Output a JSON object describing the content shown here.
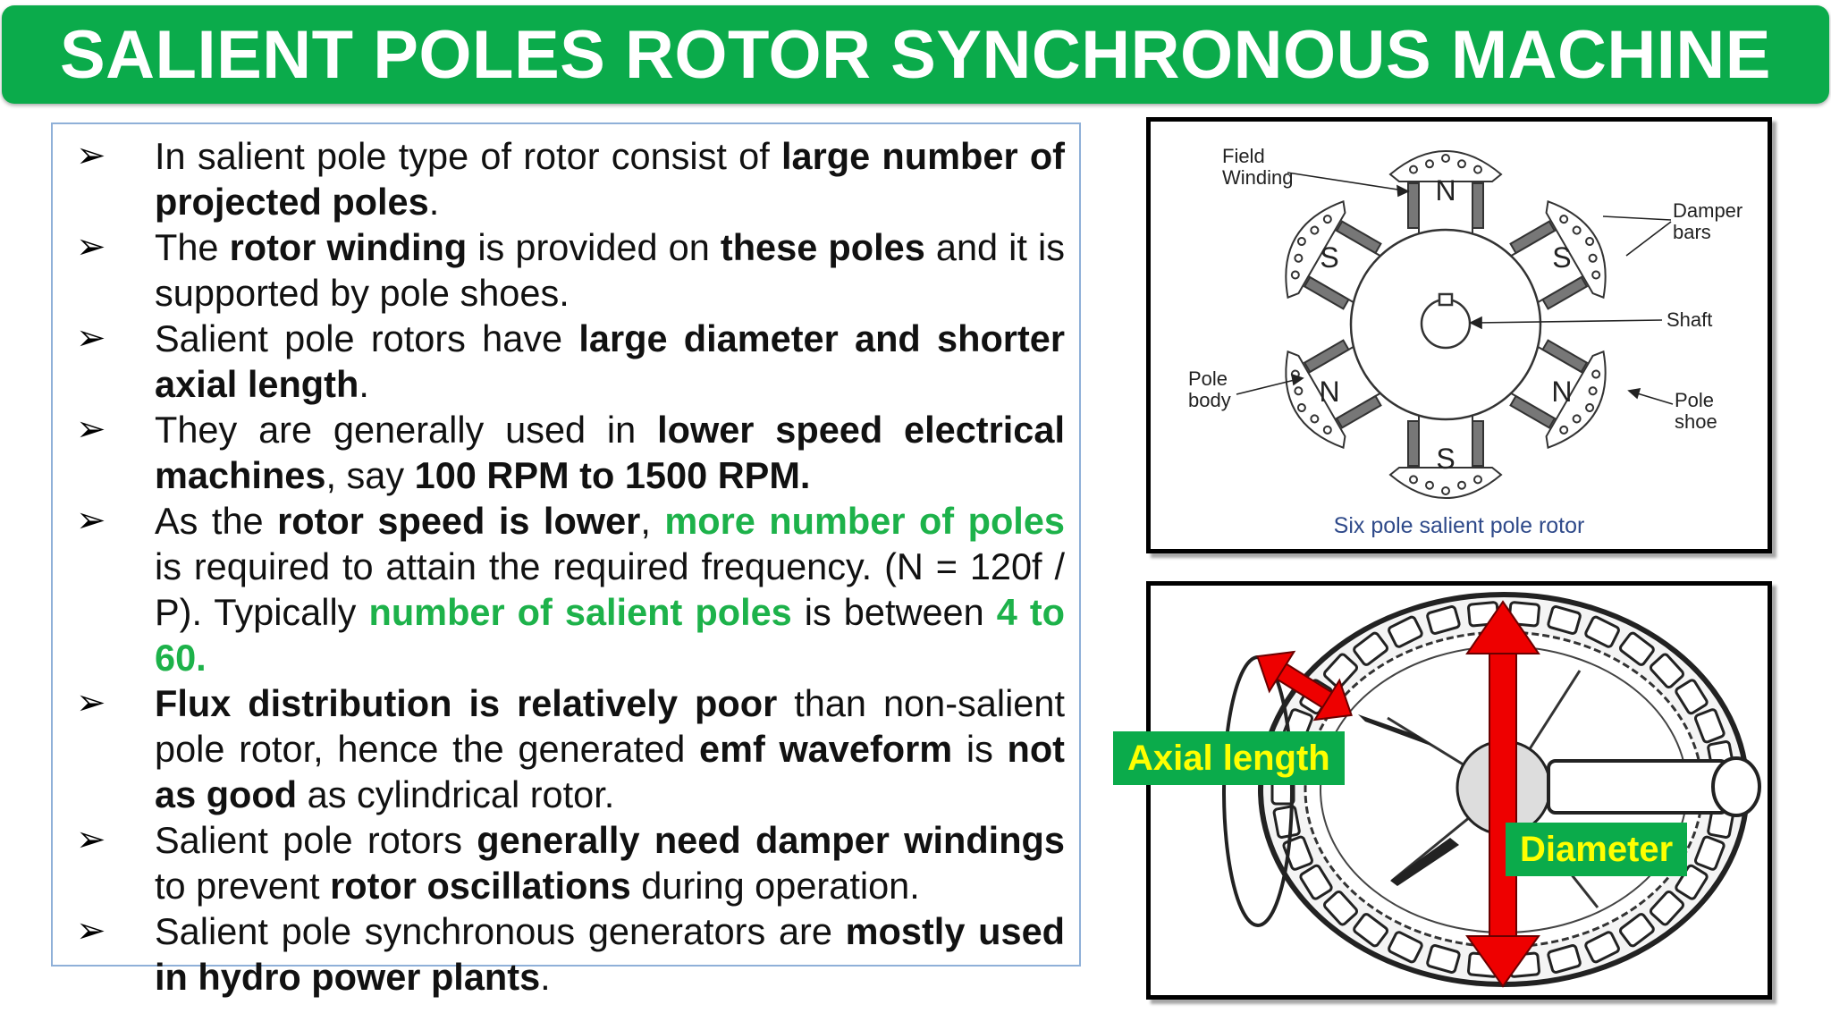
{
  "title": "SALIENT POLES ROTOR SYNCHRONOUS MACHINE",
  "bullet_marker": "➢",
  "bullets": [
    [
      {
        "t": "In salient pole type of rotor consist of ",
        "s": "n"
      },
      {
        "t": "large number of projected poles",
        "s": "b"
      },
      {
        "t": ".",
        "s": "n"
      }
    ],
    [
      {
        "t": "The ",
        "s": "n"
      },
      {
        "t": "rotor winding",
        "s": "b"
      },
      {
        "t": " is provided on ",
        "s": "n"
      },
      {
        "t": "these poles",
        "s": "b"
      },
      {
        "t": " and it is supported by pole shoes.",
        "s": "n"
      }
    ],
    [
      {
        "t": "Salient pole rotors have ",
        "s": "n"
      },
      {
        "t": "large diameter and shorter axial length",
        "s": "b"
      },
      {
        "t": ".",
        "s": "n"
      }
    ],
    [
      {
        "t": "They are generally used in ",
        "s": "n"
      },
      {
        "t": "lower speed electrical machines",
        "s": "b"
      },
      {
        "t": ", say ",
        "s": "n"
      },
      {
        "t": "100 RPM to 1500 RPM.",
        "s": "b"
      }
    ],
    [
      {
        "t": "As the ",
        "s": "n"
      },
      {
        "t": "rotor speed is lower",
        "s": "b"
      },
      {
        "t": ", ",
        "s": "n"
      },
      {
        "t": "more number of poles",
        "s": "g"
      },
      {
        "t": " is required to attain the required frequency. (N = 120f / P). Typically ",
        "s": "n"
      },
      {
        "t": "number of salient poles",
        "s": "g"
      },
      {
        "t": " is between ",
        "s": "n"
      },
      {
        "t": "4 to 60.",
        "s": "g"
      }
    ],
    [
      {
        "t": "Flux distribution is relatively poor",
        "s": "b"
      },
      {
        "t": " than non-salient pole rotor, hence the generated ",
        "s": "n"
      },
      {
        "t": "emf waveform",
        "s": "b"
      },
      {
        "t": " is ",
        "s": "n"
      },
      {
        "t": "not as good",
        "s": "b"
      },
      {
        "t": " as cylindrical rotor.",
        "s": "n"
      }
    ],
    [
      {
        "t": "Salient pole rotors ",
        "s": "n"
      },
      {
        "t": "generally need damper windings",
        "s": "b"
      },
      {
        "t": " to prevent ",
        "s": "n"
      },
      {
        "t": "rotor oscillations",
        "s": "b"
      },
      {
        "t": " during operation.",
        "s": "n"
      }
    ],
    [
      {
        "t": "Salient pole synchronous generators are ",
        "s": "n"
      },
      {
        "t": "mostly used in hydro power plants",
        "s": "b"
      },
      {
        "t": ".",
        "s": "n"
      }
    ]
  ],
  "diagram1": {
    "caption": "Six pole salient pole rotor",
    "labels": {
      "field1": "Field",
      "field2": "Winding",
      "damper1": "Damper",
      "damper2": "bars",
      "shaft": "Shaft",
      "polebody1": "Pole",
      "polebody2": "body",
      "poleshoe1": "Pole",
      "poleshoe2": "shoe"
    },
    "poles": [
      "N",
      "S",
      "N",
      "S",
      "N",
      "S"
    ]
  },
  "diagram2": {
    "axial_label": "Axial length",
    "diameter_label": "Diameter",
    "arrow_color": "#ee0000"
  },
  "colors": {
    "banner": "#0bab4b",
    "highlight_green": "#1db24a",
    "label_text": "#ffff00",
    "diagram_caption": "#2f4a8a"
  }
}
